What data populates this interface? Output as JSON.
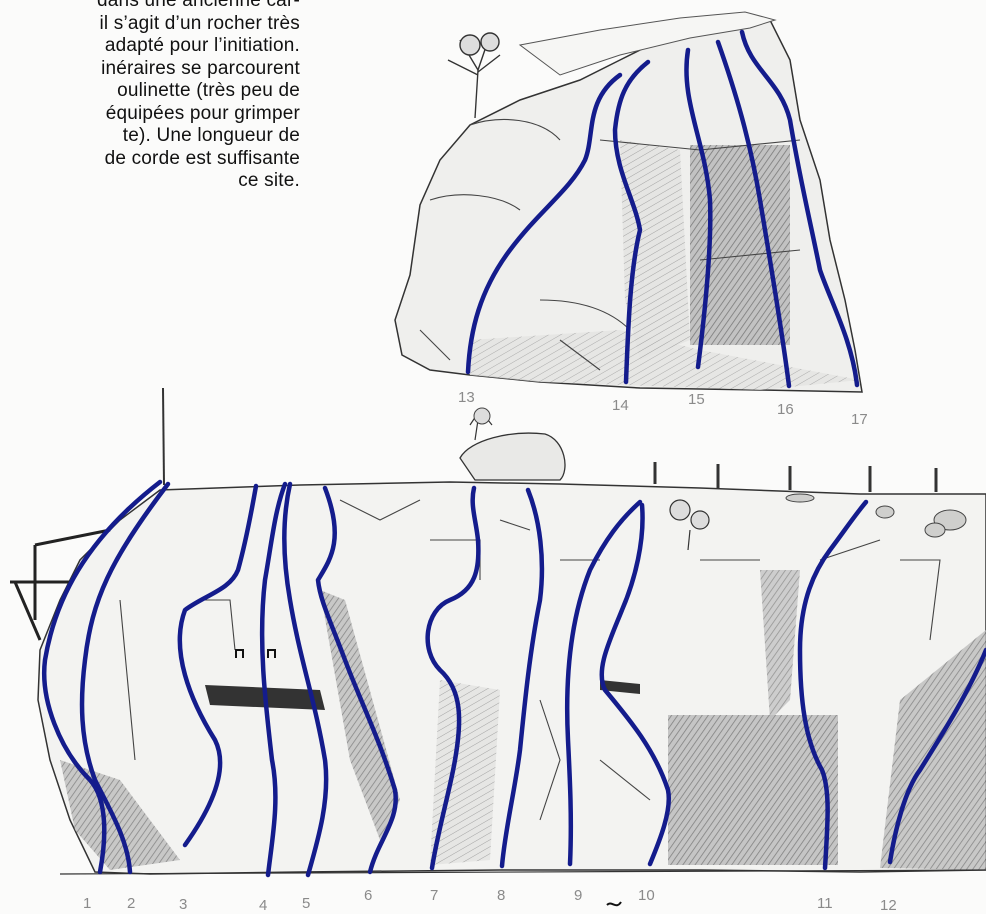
{
  "intro_lines": [
    "dans une ancienne car-",
    "il s’agit d’un rocher très",
    "adapté pour l’initiation.",
    "inéraires se parcourent",
    "oulinette (très peu de",
    "équipées pour grimper",
    "te). Une longueur de",
    "de corde est suffisante",
    "ce site."
  ],
  "route_labels": [
    "1",
    "2",
    "3",
    "4",
    "5",
    "6",
    "7",
    "8",
    "9",
    "10",
    "11",
    "12",
    "13",
    "14",
    "15",
    "16",
    "17"
  ],
  "colors": {
    "route_line": "#141c8c",
    "rock_shade": "#8a8a8a",
    "ink": "#222222",
    "label": "#8a8a8a"
  }
}
